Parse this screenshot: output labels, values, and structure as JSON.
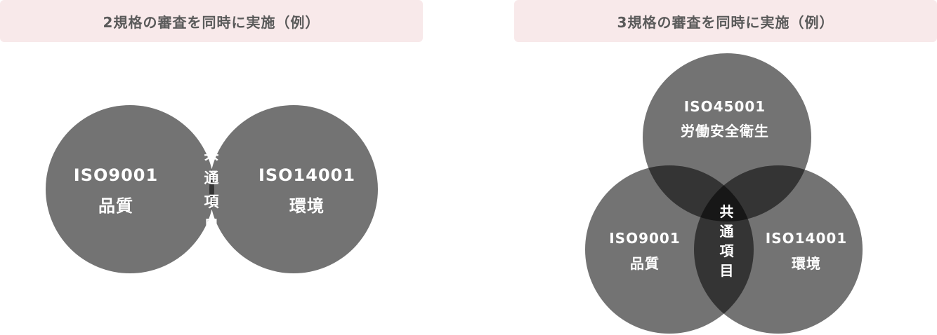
{
  "left": {
    "title": "2規格の審査を同時に実施（例）",
    "circle_a": {
      "line1": "ISO9001",
      "line2": "品質"
    },
    "circle_b": {
      "line1": "ISO14001",
      "line2": "環境"
    },
    "common": [
      "共",
      "通",
      "項",
      "目"
    ]
  },
  "right": {
    "title": "3規格の審査を同時に実施（例）",
    "circle_top": {
      "line1": "ISO45001",
      "line2": "労働安全衛生"
    },
    "circle_a": {
      "line1": "ISO9001",
      "line2": "品質"
    },
    "circle_b": {
      "line1": "ISO14001",
      "line2": "環境"
    },
    "common": [
      "共",
      "通",
      "項",
      "目"
    ]
  },
  "colors": {
    "header_bg": "#f8e9ea",
    "header_text": "#5a5a5a",
    "circle": "#777777",
    "label": "#ffffff"
  }
}
